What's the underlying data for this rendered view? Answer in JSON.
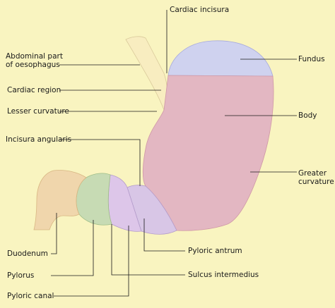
{
  "labels": {
    "cardiac_incisura": "Cardiac incisura",
    "abdominal_oesophagus_line1": "Abdominal part",
    "abdominal_oesophagus_line2": "of oesophagus",
    "fundus": "Fundus",
    "cardiac_region": "Cardiac region",
    "lesser_curvature": "Lesser curvature",
    "body": "Body",
    "incisura_angularis": "Incisura angularis",
    "greater_curvature_line1": "Greater",
    "greater_curvature_line2": "curvature",
    "duodenum": "Duodenum",
    "pyloric_antrum": "Pyloric antrum",
    "pylorus": "Pylorus",
    "sulcus_intermedius": "Sulcus intermedius",
    "pyloric_canal": "Pyloric canal"
  },
  "colors": {
    "background": "#f9f4c0",
    "oesophagus": "#f8edc0",
    "fundus": "#cfd2ef",
    "body": "#e3b7c2",
    "antrum": "#d8c6e6",
    "pyloric_canal": "#ddc6e9",
    "pylorus": "#c7dbb4",
    "duodenum": "#f0d6ac",
    "leader_line": "#1a1a1a"
  }
}
